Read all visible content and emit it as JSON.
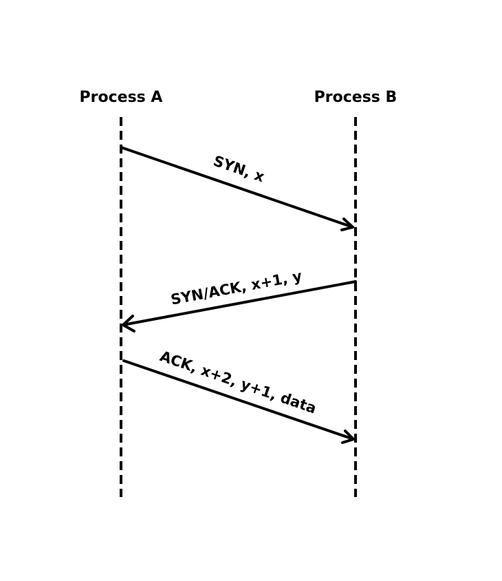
{
  "processes": [
    {
      "label": "Process A"
    },
    {
      "label": "Process B"
    }
  ],
  "messages": [
    {
      "label": "SYN, x",
      "from": 0,
      "to": 1
    },
    {
      "label": "SYN/ACK, x+1, y",
      "from": 1,
      "to": 0
    },
    {
      "label": "ACK, x+2, y+1, data",
      "from": 0,
      "to": 1
    }
  ]
}
